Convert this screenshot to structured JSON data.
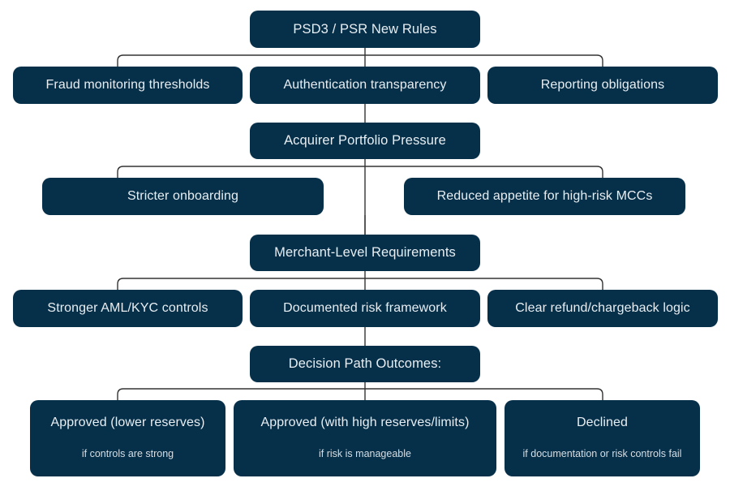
{
  "diagram": {
    "title": "PSD3 / PSR New Rules flow",
    "accent_color": "#06304a",
    "text_color": "#e8eef2",
    "connector_color": "#333333",
    "background": "#ffffff"
  },
  "levels": {
    "root": {
      "label": "PSD3 / PSR New Rules"
    },
    "rules": [
      {
        "label": "Fraud monitoring thresholds"
      },
      {
        "label": "Authentication transparency"
      },
      {
        "label": "Reporting obligations"
      }
    ],
    "acquirer": {
      "label": "Acquirer Portfolio Pressure"
    },
    "acquirer_effects": [
      {
        "label": "Stricter onboarding"
      },
      {
        "label": "Reduced appetite for high-risk MCCs"
      }
    ],
    "merchant": {
      "label": "Merchant-Level Requirements"
    },
    "merchant_requirements": [
      {
        "label": "Stronger AML/KYC controls"
      },
      {
        "label": "Documented risk framework"
      },
      {
        "label": "Clear refund/chargeback logic"
      }
    ],
    "decision": {
      "label": "Decision Path Outcomes:"
    },
    "outcomes": [
      {
        "label": "Approved (lower reserves)",
        "condition": "if controls are strong"
      },
      {
        "label": "Approved (with high reserves/limits)",
        "condition": "if risk is manageable"
      },
      {
        "label": "Declined",
        "condition": "if documentation or risk controls fail"
      }
    ]
  }
}
